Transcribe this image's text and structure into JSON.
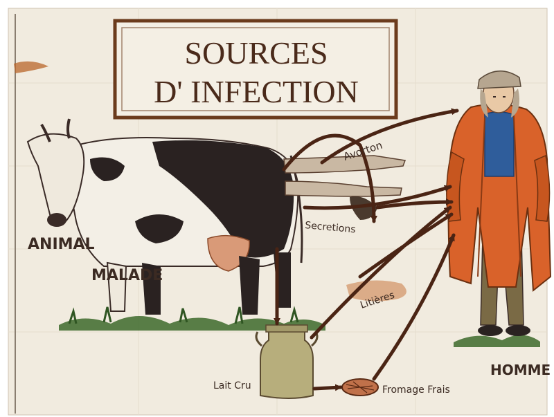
{
  "title": {
    "line1": "SOURCES",
    "line2": "D' INFECTION"
  },
  "labels": {
    "animal_line1": "ANIMAL",
    "animal_line2": "MALADE",
    "avorton": "Avorton",
    "secretions": "Secretions",
    "litieres": "Litières",
    "lait_cru": "Lait Cru",
    "fromage_frais": "Fromage Frais",
    "homme": "HOMME"
  },
  "colors": {
    "paper": "#f1ebdf",
    "frame_border": "#6b3b1c",
    "arrow": "#4a2414",
    "coat": "#d9622a",
    "shirt": "#2f5d9b",
    "cow_dark": "#2a2221",
    "grass": "#3d6a2c",
    "can": "#b7ae7c",
    "text": "#3b2a22"
  }
}
